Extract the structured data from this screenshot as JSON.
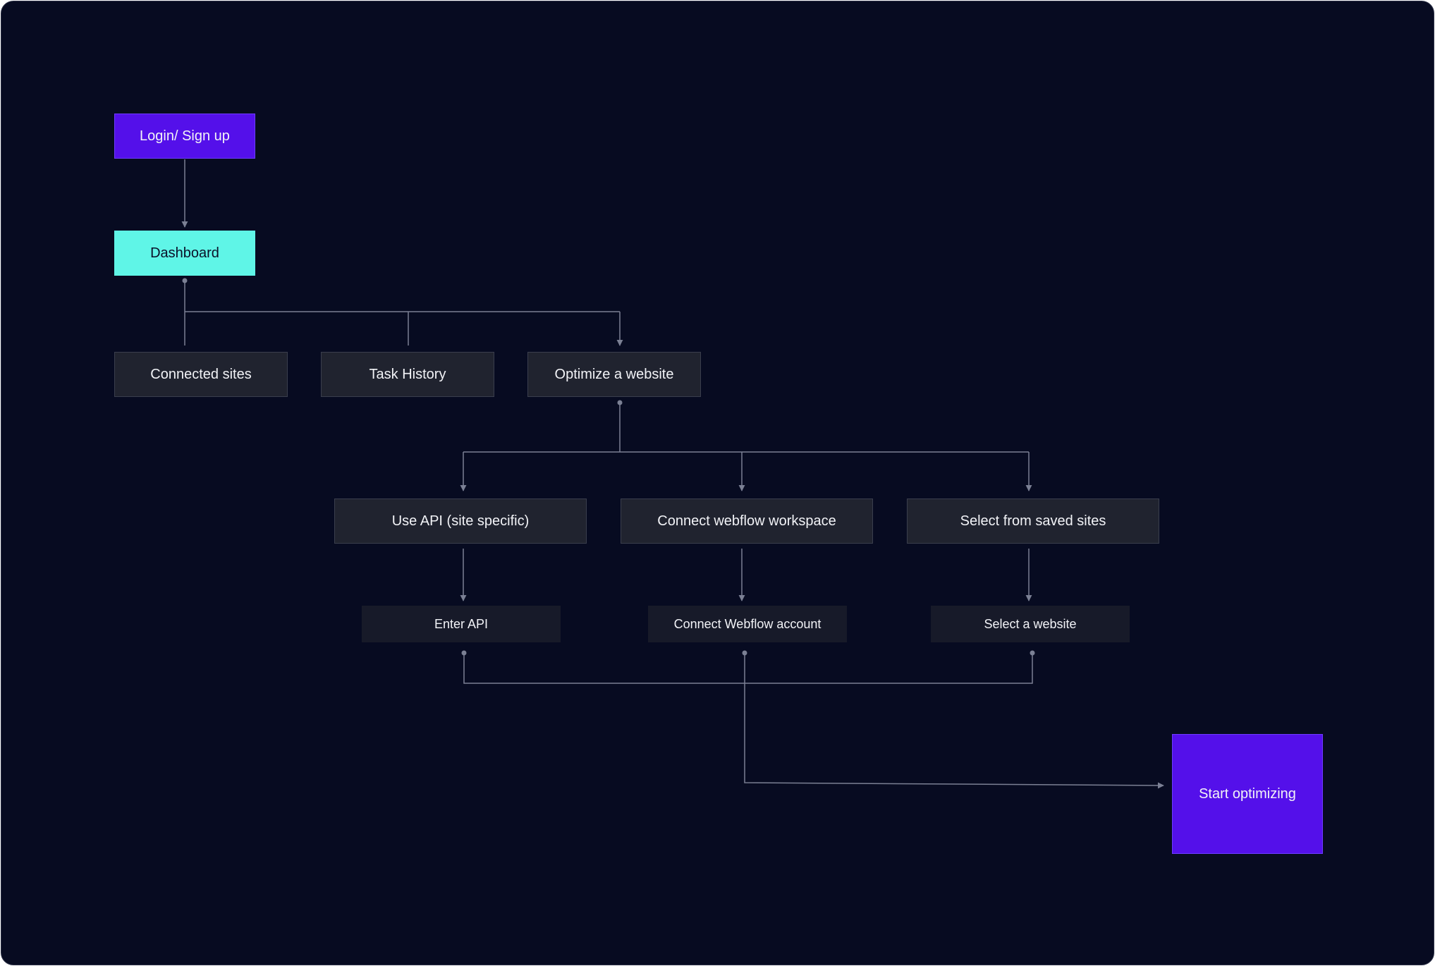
{
  "nodes": {
    "login": "Login/ Sign up",
    "dashboard": "Dashboard",
    "connected_sites": "Connected sites",
    "task_history": "Task History",
    "optimize": "Optimize a website",
    "use_api": "Use API (site specific)",
    "connect_workspace": "Connect webflow workspace",
    "select_saved": "Select from saved sites",
    "enter_api": "Enter API",
    "connect_account": "Connect Webflow account",
    "select_website": "Select a website",
    "start": "Start optimizing"
  },
  "colors": {
    "background": "#070b21",
    "primary": "#5410ea",
    "accent": "#5ff5e7",
    "box": "#20232f",
    "sub_box": "#171a29",
    "connector": "#7b8094"
  }
}
